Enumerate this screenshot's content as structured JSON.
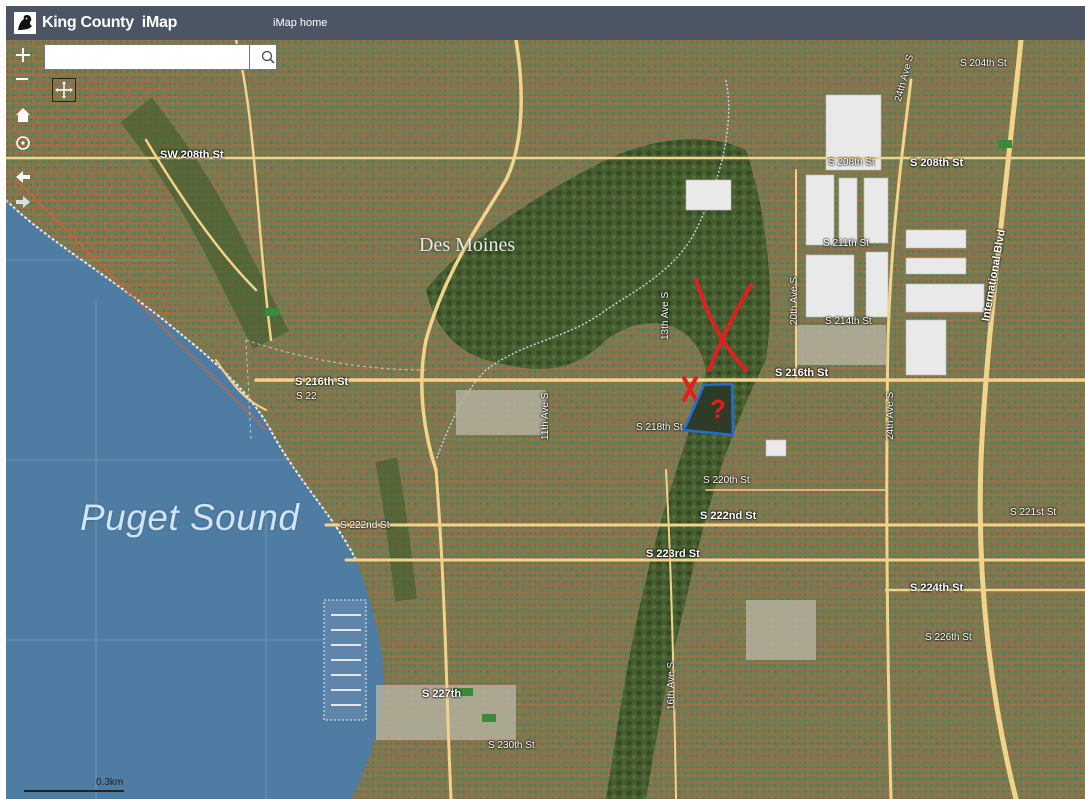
{
  "header": {
    "brand": "King County",
    "app_name": "iMap",
    "nav_home": "iMap home"
  },
  "search": {
    "placeholder": ""
  },
  "toolbar": {
    "zoom_in": "+",
    "zoom_out": "−"
  },
  "labels": {
    "water": "Puget Sound",
    "city": "Des Moines"
  },
  "streets": [
    "S 204th St",
    "SW 208th St",
    "S 208th St",
    "S 208th St",
    "S 211th St",
    "S 214th St",
    "S 216th St",
    "S 216th St",
    "S 218th St",
    "S 220th St",
    "S 222nd St",
    "S 223rd St",
    "S 224th St",
    "S 226th St",
    "S 227th",
    "S 230th St",
    "S 221st St",
    "S 222nd St",
    "S 22"
  ],
  "vertical_streets": [
    "24th Ave S",
    "24th Ave S",
    "20th Ave S",
    "16th Ave S",
    "International Blvd",
    "11th Ave S",
    "13th Ave S"
  ],
  "annotations": {
    "question_mark": "?"
  },
  "scale": {
    "label": "0.3km"
  },
  "colors": {
    "header": "#4b5563",
    "water": "#4f7ca3",
    "land": "#6a7f4d",
    "parcel_line": "#d85a2a",
    "road_main": "#f1d38b",
    "annotation_red": "#e02020",
    "annotation_blue": "#1f6ed6"
  }
}
